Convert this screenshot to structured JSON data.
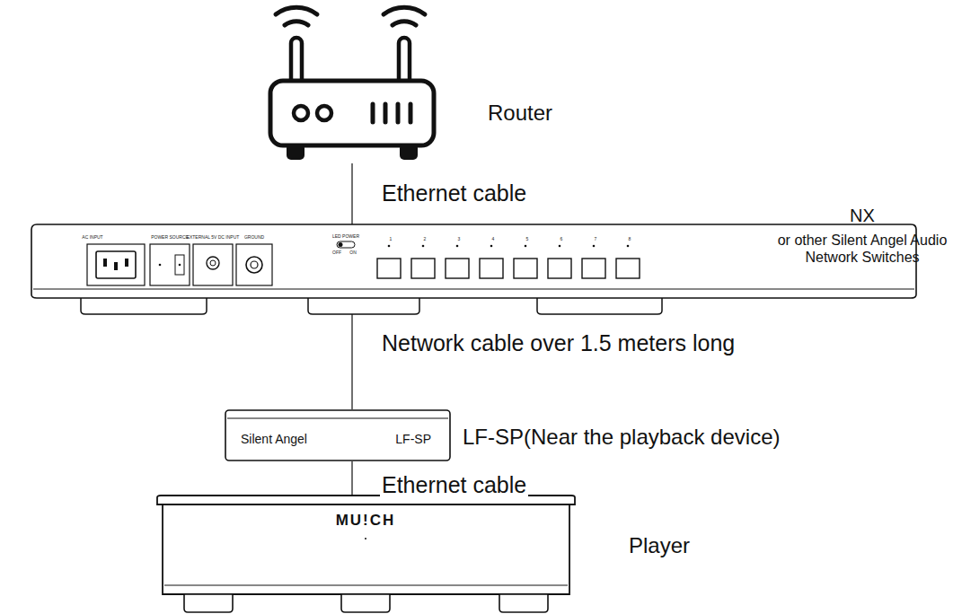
{
  "diagram": {
    "nodes": [
      {
        "text": [
          "Router"
        ]
      },
      {
        "text": [
          "NX",
          "or other Silent Angel Audio Network Switches"
        ]
      },
      {
        "text": [
          "Silent Angel",
          "LF-SP",
          "LF-SP(Near the playback device)"
        ]
      },
      {
        "text": [
          "MU!CH",
          "Player"
        ]
      }
    ],
    "edges": [
      {
        "from": 0,
        "to": 1,
        "label": "Ethernet cable",
        "arrow": "none"
      },
      {
        "from": 1,
        "to": 2,
        "label": "Network cable over 1.5 meters long",
        "arrow": "none"
      },
      {
        "from": 2,
        "to": 3,
        "label": "Ethernet cable",
        "arrow": "none"
      }
    ],
    "labels": [
      "AC INPUT",
      "POWER SOURCE",
      "EXTERNAL 5V DC INPUT",
      "GROUND",
      "LED POWER",
      "OFF",
      "ON",
      "1",
      "2",
      "3",
      "4",
      "5",
      "6",
      "7",
      "8"
    ]
  }
}
